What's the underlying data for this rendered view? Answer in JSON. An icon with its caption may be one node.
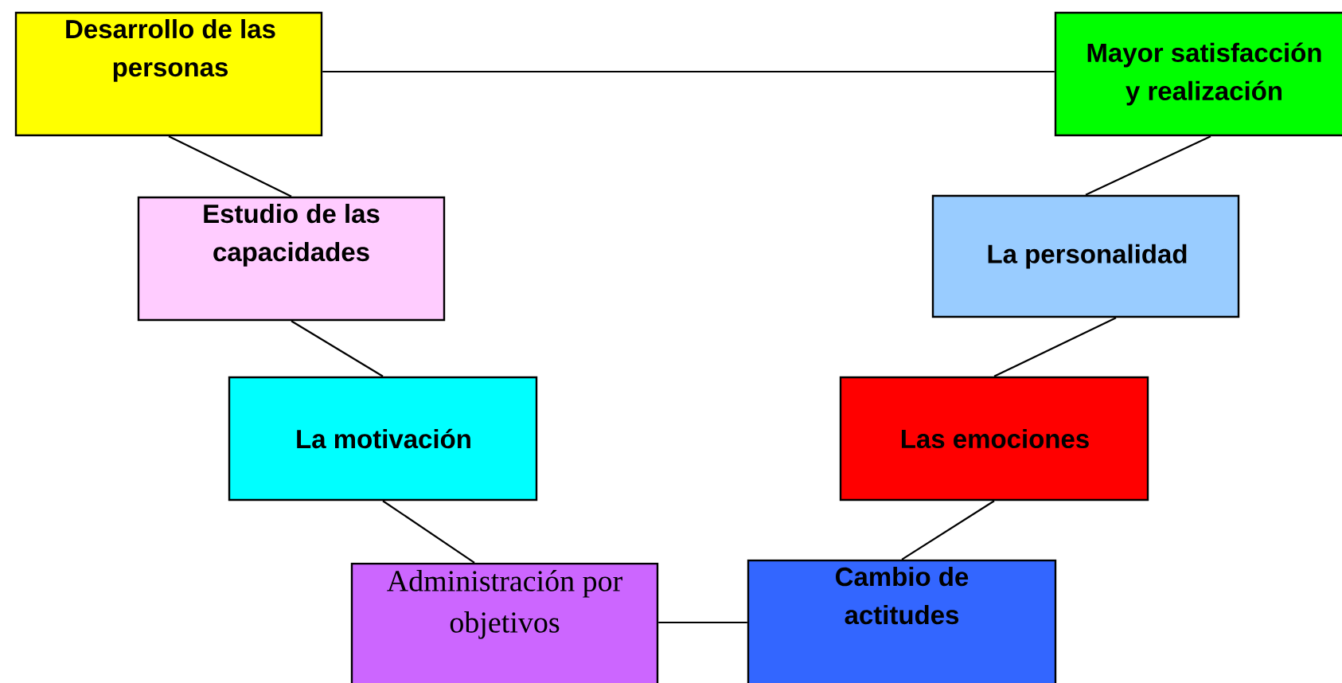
{
  "diagram": {
    "nodes": [
      {
        "text": [
          "Desarrollo de las personas"
        ]
      },
      {
        "text": [
          "Mayor satisfacción y realización"
        ]
      },
      {
        "text": [
          "Estudio de las capacidades"
        ]
      },
      {
        "text": [
          "La personalidad"
        ]
      },
      {
        "text": [
          "La motivación"
        ]
      },
      {
        "text": [
          "Las emociones"
        ]
      },
      {
        "text": [
          "Administración por objetivos"
        ]
      },
      {
        "text": [
          "Cambio de actitudes"
        ]
      }
    ],
    "edges": [
      {
        "from": 0,
        "to": 1,
        "arrow": "none"
      },
      {
        "from": 0,
        "to": 2,
        "arrow": "none"
      },
      {
        "from": 2,
        "to": 4,
        "arrow": "none"
      },
      {
        "from": 4,
        "to": 6,
        "arrow": "none"
      },
      {
        "from": 6,
        "to": 7,
        "arrow": "none"
      },
      {
        "from": 7,
        "to": 5,
        "arrow": "none"
      },
      {
        "from": 5,
        "to": 3,
        "arrow": "none"
      },
      {
        "from": 3,
        "to": 1,
        "arrow": "none"
      }
    ]
  }
}
